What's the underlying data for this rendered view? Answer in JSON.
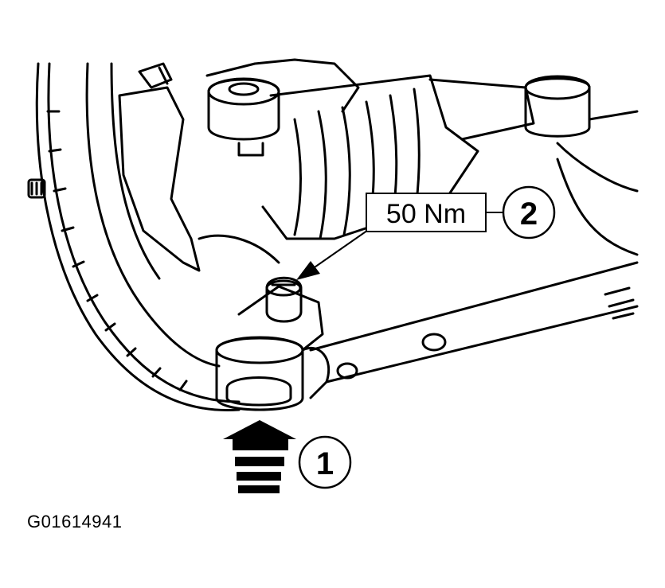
{
  "figure": {
    "id_label": "G01614941",
    "style": "black line-art technical illustration",
    "colors": {
      "line": "#000000",
      "background": "#ffffff"
    }
  },
  "callouts": [
    {
      "number": "1",
      "meaning_icon": "upward-arrow-icon"
    },
    {
      "number": "2",
      "label": "50 Nm",
      "meaning_icon": "pointer-arrow-icon"
    }
  ]
}
